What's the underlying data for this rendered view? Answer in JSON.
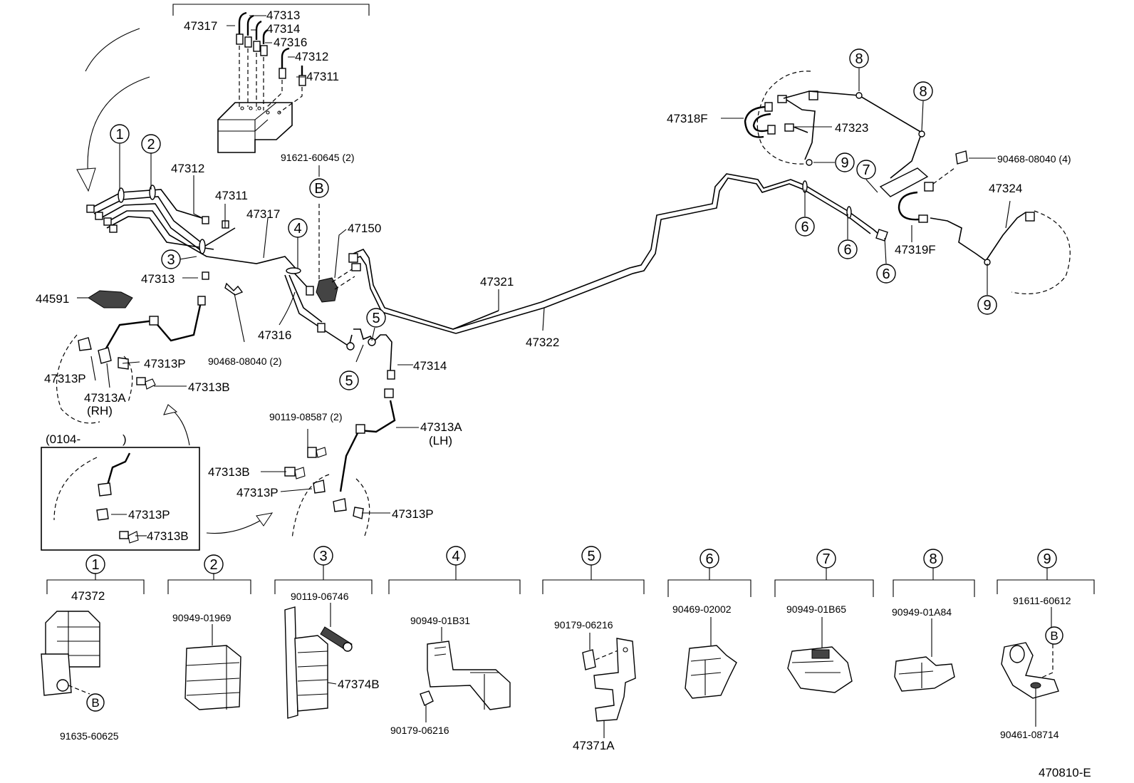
{
  "callouts": {
    "c1": "47313",
    "c2": "47317",
    "c3": "47314",
    "c4": "47316",
    "c5": "47312",
    "c6": "47311",
    "c7": "91621-60645 (2)",
    "c8": "47312",
    "c9": "47311",
    "c10": "47317",
    "c11": "47150",
    "c12": "47313",
    "c13": "44591",
    "c14": "47316",
    "c15": "90468-08040 (2)",
    "c16": "47313P",
    "c17": "47313P",
    "c18": "47313A",
    "c19": "(RH)",
    "c20": "47313B",
    "c21": "47321",
    "c22": "47322",
    "c23": "47314",
    "c24": "90119-08587 (2)",
    "c25": "47313A",
    "c26": "(LH)",
    "c27": "47313B",
    "c28": "47313P",
    "c29": "47313P",
    "c30": "(0104-",
    "c31": ")",
    "c32": "47313P",
    "c33": "47313B",
    "c34": "47318F",
    "c35": "47323",
    "c36": "90468-08040 (4)",
    "c37": "47324",
    "c38": "47319F"
  },
  "markers": {
    "m1": "1",
    "m2": "2",
    "m3": "3",
    "m4": "4",
    "m5a": "5",
    "m5b": "5",
    "m6a": "6",
    "m6b": "6",
    "m6c": "6",
    "m7": "7",
    "m8a": "8",
    "m8b": "8",
    "m9a": "9",
    "m9b": "9",
    "mBa": "B",
    "mBb": "B",
    "mBc": "B"
  },
  "detail_parts": {
    "d1": {
      "num": "1",
      "part": "47372",
      "ref": "B",
      "sub": "91635-60625"
    },
    "d2": {
      "num": "2",
      "part": "90949-01969"
    },
    "d3": {
      "num": "3",
      "part": "90119-06746",
      "sub": "47374B"
    },
    "d4": {
      "num": "4",
      "part": "90949-01B31",
      "sub": "90179-06216"
    },
    "d5": {
      "num": "5",
      "part": "90179-06216",
      "sub": "47371A"
    },
    "d6": {
      "num": "6",
      "part": "90469-02002"
    },
    "d7": {
      "num": "7",
      "part": "90949-01B65"
    },
    "d8": {
      "num": "8",
      "part": "90949-01A84"
    },
    "d9": {
      "num": "9",
      "part": "91611-60612",
      "ref": "B",
      "sub": "90461-08714"
    }
  },
  "figure_code": "470810-E"
}
